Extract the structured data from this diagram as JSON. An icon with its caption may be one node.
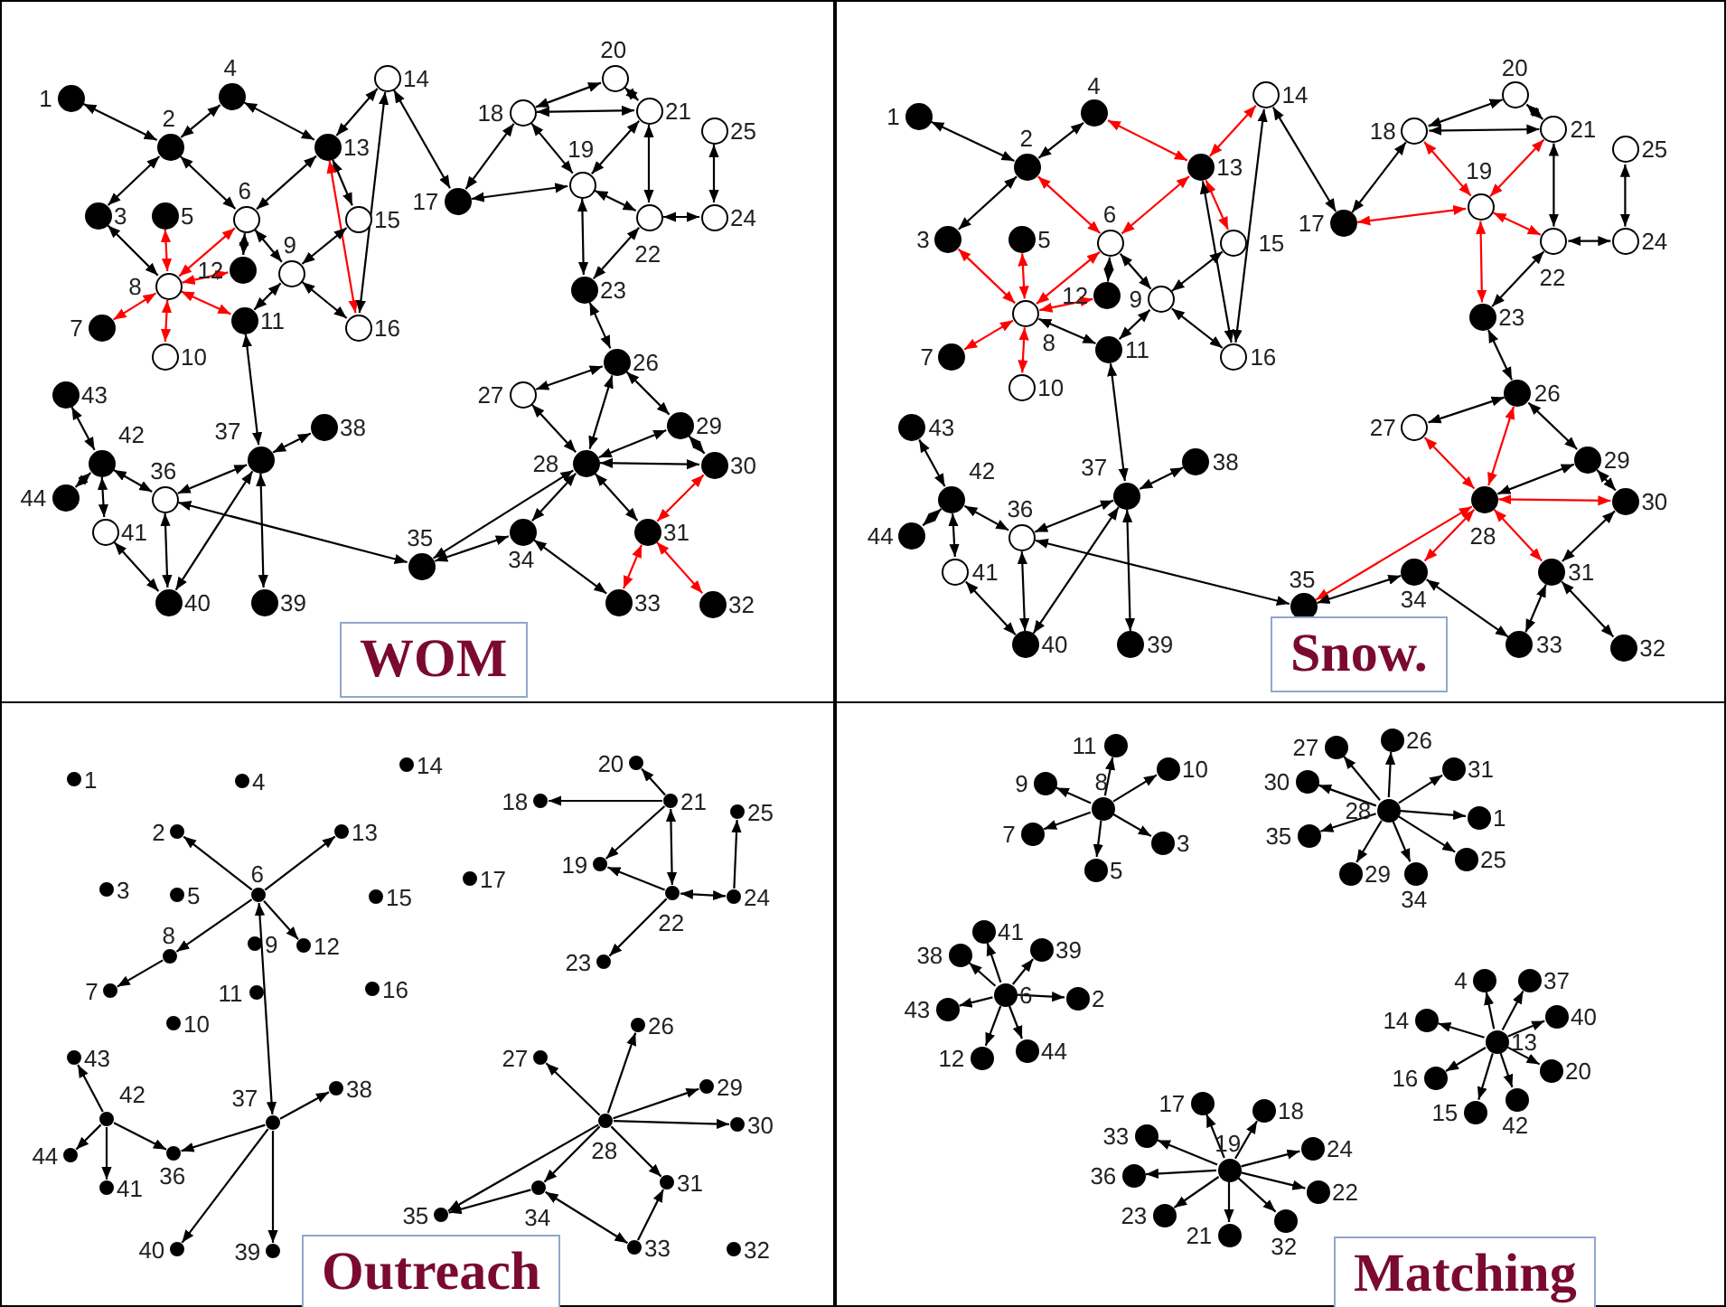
{
  "diagram": {
    "nodes": [
      {
        "text": [
          "WOM"
        ]
      },
      {
        "text": [],
        "shape": "circle",
        "beside": [
          "1"
        ],
        "in": 0
      },
      {
        "text": [],
        "shape": "circle",
        "beside": [
          "2"
        ],
        "in": 0
      },
      {
        "text": [],
        "shape": "circle",
        "beside": [
          "3"
        ],
        "in": 0
      },
      {
        "text": [],
        "shape": "circle",
        "beside": [
          "4"
        ],
        "in": 0
      },
      {
        "text": [],
        "shape": "circle",
        "beside": [
          "5"
        ],
        "in": 0
      },
      {
        "text": [],
        "shape": "circle",
        "beside": [
          "6"
        ],
        "in": 0
      },
      {
        "text": [],
        "shape": "circle",
        "beside": [
          "7"
        ],
        "in": 0
      },
      {
        "text": [],
        "shape": "circle",
        "beside": [
          "8"
        ],
        "in": 0
      },
      {
        "text": [],
        "shape": "circle",
        "beside": [
          "9"
        ],
        "in": 0
      },
      {
        "text": [],
        "shape": "circle",
        "beside": [
          "10"
        ],
        "in": 0
      },
      {
        "text": [],
        "shape": "circle",
        "beside": [
          "11"
        ],
        "in": 0
      },
      {
        "text": [],
        "shape": "circle",
        "beside": [
          "12"
        ],
        "in": 0
      },
      {
        "text": [],
        "shape": "circle",
        "beside": [
          "13"
        ],
        "in": 0
      },
      {
        "text": [],
        "shape": "circle",
        "beside": [
          "14"
        ],
        "in": 0
      },
      {
        "text": [],
        "shape": "circle",
        "beside": [
          "15"
        ],
        "in": 0
      },
      {
        "text": [],
        "shape": "circle",
        "beside": [
          "16"
        ],
        "in": 0
      },
      {
        "text": [],
        "shape": "circle",
        "beside": [
          "17"
        ],
        "in": 0
      },
      {
        "text": [],
        "shape": "circle",
        "beside": [
          "18"
        ],
        "in": 0
      },
      {
        "text": [],
        "shape": "circle",
        "beside": [
          "19"
        ],
        "in": 0
      },
      {
        "text": [],
        "shape": "circle",
        "beside": [
          "20"
        ],
        "in": 0
      },
      {
        "text": [],
        "shape": "circle",
        "beside": [
          "21"
        ],
        "in": 0
      },
      {
        "text": [],
        "shape": "circle",
        "beside": [
          "22"
        ],
        "in": 0
      },
      {
        "text": [],
        "shape": "circle",
        "beside": [
          "23"
        ],
        "in": 0
      },
      {
        "text": [],
        "shape": "circle",
        "beside": [
          "24"
        ],
        "in": 0
      },
      {
        "text": [],
        "shape": "circle",
        "beside": [
          "25"
        ],
        "in": 0
      },
      {
        "text": [],
        "shape": "circle",
        "beside": [
          "26"
        ],
        "in": 0
      },
      {
        "text": [],
        "shape": "circle",
        "beside": [
          "27"
        ],
        "in": 0
      },
      {
        "text": [],
        "shape": "circle",
        "beside": [
          "28"
        ],
        "in": 0
      },
      {
        "text": [],
        "shape": "circle",
        "beside": [
          "29"
        ],
        "in": 0
      },
      {
        "text": [],
        "shape": "circle",
        "beside": [
          "30"
        ],
        "in": 0
      },
      {
        "text": [],
        "shape": "circle",
        "beside": [
          "31"
        ],
        "in": 0
      },
      {
        "text": [],
        "shape": "circle",
        "beside": [
          "32"
        ],
        "in": 0
      },
      {
        "text": [],
        "shape": "circle",
        "beside": [
          "33"
        ],
        "in": 0
      },
      {
        "text": [],
        "shape": "circle",
        "beside": [
          "34"
        ],
        "in": 0
      },
      {
        "text": [],
        "shape": "circle",
        "beside": [
          "35"
        ],
        "in": 0
      },
      {
        "text": [],
        "shape": "circle",
        "beside": [
          "36"
        ],
        "in": 0
      },
      {
        "text": [],
        "shape": "circle",
        "beside": [
          "37"
        ],
        "in": 0
      },
      {
        "text": [],
        "shape": "circle",
        "beside": [
          "38"
        ],
        "in": 0
      },
      {
        "text": [],
        "shape": "circle",
        "beside": [
          "39"
        ],
        "in": 0
      },
      {
        "text": [],
        "shape": "circle",
        "beside": [
          "40"
        ],
        "in": 0
      },
      {
        "text": [],
        "shape": "circle",
        "beside": [
          "41"
        ],
        "in": 0
      },
      {
        "text": [],
        "shape": "circle",
        "beside": [
          "42"
        ],
        "in": 0
      },
      {
        "text": [],
        "shape": "circle",
        "beside": [
          "43"
        ],
        "in": 0
      },
      {
        "text": [],
        "shape": "circle",
        "beside": [
          "44"
        ],
        "in": 0
      },
      {
        "text": [
          "Snow."
        ]
      },
      {
        "text": [],
        "shape": "circle",
        "beside": [
          "1"
        ],
        "in": 45
      },
      {
        "text": [],
        "shape": "circle",
        "beside": [
          "2"
        ],
        "in": 45
      },
      {
        "text": [],
        "shape": "circle",
        "beside": [
          "3"
        ],
        "in": 45
      },
      {
        "text": [],
        "shape": "circle",
        "beside": [
          "4"
        ],
        "in": 45
      },
      {
        "text": [],
        "shape": "circle",
        "beside": [
          "5"
        ],
        "in": 45
      },
      {
        "text": [],
        "shape": "circle",
        "beside": [
          "6"
        ],
        "in": 45
      },
      {
        "text": [],
        "shape": "circle",
        "beside": [
          "7"
        ],
        "in": 45
      },
      {
        "text": [],
        "shape": "circle",
        "beside": [
          "8"
        ],
        "in": 45
      },
      {
        "text": [],
        "shape": "circle",
        "beside": [
          "9"
        ],
        "in": 45
      },
      {
        "text": [],
        "shape": "circle",
        "beside": [
          "10"
        ],
        "in": 45
      },
      {
        "text": [],
        "shape": "circle",
        "beside": [
          "11"
        ],
        "in": 45
      },
      {
        "text": [],
        "shape": "circle",
        "beside": [
          "12"
        ],
        "in": 45
      },
      {
        "text": [],
        "shape": "circle",
        "beside": [
          "13"
        ],
        "in": 45
      },
      {
        "text": [],
        "shape": "circle",
        "beside": [
          "14"
        ],
        "in": 45
      },
      {
        "text": [],
        "shape": "circle",
        "beside": [
          "15"
        ],
        "in": 45
      },
      {
        "text": [],
        "shape": "circle",
        "beside": [
          "16"
        ],
        "in": 45
      },
      {
        "text": [],
        "shape": "circle",
        "beside": [
          "17"
        ],
        "in": 45
      },
      {
        "text": [],
        "shape": "circle",
        "beside": [
          "18"
        ],
        "in": 45
      },
      {
        "text": [],
        "shape": "circle",
        "beside": [
          "19"
        ],
        "in": 45
      },
      {
        "text": [],
        "shape": "circle",
        "beside": [
          "20"
        ],
        "in": 45
      },
      {
        "text": [],
        "shape": "circle",
        "beside": [
          "21"
        ],
        "in": 45
      },
      {
        "text": [],
        "shape": "circle",
        "beside": [
          "22"
        ],
        "in": 45
      },
      {
        "text": [],
        "shape": "circle",
        "beside": [
          "23"
        ],
        "in": 45
      },
      {
        "text": [],
        "shape": "circle",
        "beside": [
          "24"
        ],
        "in": 45
      },
      {
        "text": [],
        "shape": "circle",
        "beside": [
          "25"
        ],
        "in": 45
      },
      {
        "text": [],
        "shape": "circle",
        "beside": [
          "26"
        ],
        "in": 45
      },
      {
        "text": [],
        "shape": "circle",
        "beside": [
          "27"
        ],
        "in": 45
      },
      {
        "text": [],
        "shape": "circle",
        "beside": [
          "28"
        ],
        "in": 45
      },
      {
        "text": [],
        "shape": "circle",
        "beside": [
          "29"
        ],
        "in": 45
      },
      {
        "text": [],
        "shape": "circle",
        "beside": [
          "30"
        ],
        "in": 45
      },
      {
        "text": [],
        "shape": "circle",
        "beside": [
          "31"
        ],
        "in": 45
      },
      {
        "text": [],
        "shape": "circle",
        "beside": [
          "32"
        ],
        "in": 45
      },
      {
        "text": [],
        "shape": "circle",
        "beside": [
          "33"
        ],
        "in": 45
      },
      {
        "text": [],
        "shape": "circle",
        "beside": [
          "34"
        ],
        "in": 45
      },
      {
        "text": [],
        "shape": "circle",
        "beside": [
          "35"
        ],
        "in": 45
      },
      {
        "text": [],
        "shape": "circle",
        "beside": [
          "36"
        ],
        "in": 45
      },
      {
        "text": [],
        "shape": "circle",
        "beside": [
          "37"
        ],
        "in": 45
      },
      {
        "text": [],
        "shape": "circle",
        "beside": [
          "38"
        ],
        "in": 45
      },
      {
        "text": [],
        "shape": "circle",
        "beside": [
          "39"
        ],
        "in": 45
      },
      {
        "text": [],
        "shape": "circle",
        "beside": [
          "40"
        ],
        "in": 45
      },
      {
        "text": [],
        "shape": "circle",
        "beside": [
          "41"
        ],
        "in": 45
      },
      {
        "text": [],
        "shape": "circle",
        "beside": [
          "42"
        ],
        "in": 45
      },
      {
        "text": [],
        "shape": "circle",
        "beside": [
          "43"
        ],
        "in": 45
      },
      {
        "text": [],
        "shape": "circle",
        "beside": [
          "44"
        ],
        "in": 45
      },
      {
        "text": [
          "Outreach"
        ]
      },
      {
        "text": [],
        "shape": "circle",
        "beside": [
          "1"
        ],
        "in": 90
      },
      {
        "text": [],
        "shape": "circle",
        "beside": [
          "2"
        ],
        "in": 90
      },
      {
        "text": [],
        "shape": "circle",
        "beside": [
          "3"
        ],
        "in": 90
      },
      {
        "text": [],
        "shape": "circle",
        "beside": [
          "4"
        ],
        "in": 90
      },
      {
        "text": [],
        "shape": "circle",
        "beside": [
          "5"
        ],
        "in": 90
      },
      {
        "text": [],
        "shape": "circle",
        "beside": [
          "6"
        ],
        "in": 90
      },
      {
        "text": [],
        "shape": "circle",
        "beside": [
          "7"
        ],
        "in": 90
      },
      {
        "text": [],
        "shape": "circle",
        "beside": [
          "8"
        ],
        "in": 90
      },
      {
        "text": [],
        "shape": "circle",
        "beside": [
          "9"
        ],
        "in": 90
      },
      {
        "text": [],
        "shape": "circle",
        "beside": [
          "10"
        ],
        "in": 90
      },
      {
        "text": [],
        "shape": "circle",
        "beside": [
          "11"
        ],
        "in": 90
      },
      {
        "text": [],
        "shape": "circle",
        "beside": [
          "12"
        ],
        "in": 90
      },
      {
        "text": [],
        "shape": "circle",
        "beside": [
          "13"
        ],
        "in": 90
      },
      {
        "text": [],
        "shape": "circle",
        "beside": [
          "14"
        ],
        "in": 90
      },
      {
        "text": [],
        "shape": "circle",
        "beside": [
          "15"
        ],
        "in": 90
      },
      {
        "text": [],
        "shape": "circle",
        "beside": [
          "16"
        ],
        "in": 90
      },
      {
        "text": [],
        "shape": "circle",
        "beside": [
          "17"
        ],
        "in": 90
      },
      {
        "text": [],
        "shape": "circle",
        "beside": [
          "18"
        ],
        "in": 90
      },
      {
        "text": [],
        "shape": "circle",
        "beside": [
          "19"
        ],
        "in": 90
      },
      {
        "text": [],
        "shape": "circle",
        "beside": [
          "20"
        ],
        "in": 90
      },
      {
        "text": [],
        "shape": "circle",
        "beside": [
          "21"
        ],
        "in": 90
      },
      {
        "text": [],
        "shape": "circle",
        "beside": [
          "22"
        ],
        "in": 90
      },
      {
        "text": [],
        "shape": "circle",
        "beside": [
          "23"
        ],
        "in": 90
      },
      {
        "text": [],
        "shape": "circle",
        "beside": [
          "24"
        ],
        "in": 90
      },
      {
        "text": [],
        "shape": "circle",
        "beside": [
          "25"
        ],
        "in": 90
      },
      {
        "text": [],
        "shape": "circle",
        "beside": [
          "26"
        ],
        "in": 90
      },
      {
        "text": [],
        "shape": "circle",
        "beside": [
          "27"
        ],
        "in": 90
      },
      {
        "text": [],
        "shape": "circle",
        "beside": [
          "28"
        ],
        "in": 90
      },
      {
        "text": [],
        "shape": "circle",
        "beside": [
          "29"
        ],
        "in": 90
      },
      {
        "text": [],
        "shape": "circle",
        "beside": [
          "30"
        ],
        "in": 90
      },
      {
        "text": [],
        "shape": "circle",
        "beside": [
          "31"
        ],
        "in": 90
      },
      {
        "text": [],
        "shape": "circle",
        "beside": [
          "32"
        ],
        "in": 90
      },
      {
        "text": [],
        "shape": "circle",
        "beside": [
          "33"
        ],
        "in": 90
      },
      {
        "text": [],
        "shape": "circle",
        "beside": [
          "34"
        ],
        "in": 90
      },
      {
        "text": [],
        "shape": "circle",
        "beside": [
          "35"
        ],
        "in": 90
      },
      {
        "text": [],
        "shape": "circle",
        "beside": [
          "36"
        ],
        "in": 90
      },
      {
        "text": [],
        "shape": "circle",
        "beside": [
          "37"
        ],
        "in": 90
      },
      {
        "text": [],
        "shape": "circle",
        "beside": [
          "38"
        ],
        "in": 90
      },
      {
        "text": [],
        "shape": "circle",
        "beside": [
          "39"
        ],
        "in": 90
      },
      {
        "text": [],
        "shape": "circle",
        "beside": [
          "40"
        ],
        "in": 90
      },
      {
        "text": [],
        "shape": "circle",
        "beside": [
          "41"
        ],
        "in": 90
      },
      {
        "text": [],
        "shape": "circle",
        "beside": [
          "42"
        ],
        "in": 90
      },
      {
        "text": [],
        "shape": "circle",
        "beside": [
          "43"
        ],
        "in": 90
      },
      {
        "text": [],
        "shape": "circle",
        "beside": [
          "44"
        ],
        "in": 90
      },
      {
        "text": [
          "Matching"
        ]
      },
      {
        "text": [],
        "shape": "circle",
        "beside": [
          "1"
        ],
        "in": 135
      },
      {
        "text": [],
        "shape": "circle",
        "beside": [
          "2"
        ],
        "in": 135
      },
      {
        "text": [],
        "shape": "circle",
        "beside": [
          "3"
        ],
        "in": 135
      },
      {
        "text": [],
        "shape": "circle",
        "beside": [
          "4"
        ],
        "in": 135
      },
      {
        "text": [],
        "shape": "circle",
        "beside": [
          "5"
        ],
        "in": 135
      },
      {
        "text": [],
        "shape": "circle",
        "beside": [
          "6"
        ],
        "in": 135
      },
      {
        "text": [],
        "shape": "circle",
        "beside": [
          "7"
        ],
        "in": 135
      },
      {
        "text": [],
        "shape": "circle",
        "beside": [
          "8"
        ],
        "in": 135
      },
      {
        "text": [],
        "shape": "circle",
        "beside": [
          "9"
        ],
        "in": 135
      },
      {
        "text": [],
        "shape": "circle",
        "beside": [
          "10"
        ],
        "in": 135
      },
      {
        "text": [],
        "shape": "circle",
        "beside": [
          "11"
        ],
        "in": 135
      },
      {
        "text": [],
        "shape": "circle",
        "beside": [
          "12"
        ],
        "in": 135
      },
      {
        "text": [],
        "shape": "circle",
        "beside": [
          "13"
        ],
        "in": 135
      },
      {
        "text": [],
        "shape": "circle",
        "beside": [
          "14"
        ],
        "in": 135
      },
      {
        "text": [],
        "shape": "circle",
        "beside": [
          "15"
        ],
        "in": 135
      },
      {
        "text": [],
        "shape": "circle",
        "beside": [
          "16"
        ],
        "in": 135
      },
      {
        "text": [],
        "shape": "circle",
        "beside": [
          "17"
        ],
        "in": 135
      },
      {
        "text": [],
        "shape": "circle",
        "beside": [
          "18"
        ],
        "in": 135
      },
      {
        "text": [],
        "shape": "circle",
        "beside": [
          "19"
        ],
        "in": 135
      },
      {
        "text": [],
        "shape": "circle",
        "beside": [
          "20"
        ],
        "in": 135
      },
      {
        "text": [],
        "shape": "circle",
        "beside": [
          "21"
        ],
        "in": 135
      },
      {
        "text": [],
        "shape": "circle",
        "beside": [
          "22"
        ],
        "in": 135
      },
      {
        "text": [],
        "shape": "circle",
        "beside": [
          "23"
        ],
        "in": 135
      },
      {
        "text": [],
        "shape": "circle",
        "beside": [
          "24"
        ],
        "in": 135
      },
      {
        "text": [],
        "shape": "circle",
        "beside": [
          "25"
        ],
        "in": 135
      },
      {
        "text": [],
        "shape": "circle",
        "beside": [
          "26"
        ],
        "in": 135
      },
      {
        "text": [],
        "shape": "circle",
        "beside": [
          "27"
        ],
        "in": 135
      },
      {
        "text": [],
        "shape": "circle",
        "beside": [
          "28"
        ],
        "in": 135
      },
      {
        "text": [],
        "shape": "circle",
        "beside": [
          "29"
        ],
        "in": 135
      },
      {
        "text": [],
        "shape": "circle",
        "beside": [
          "30"
        ],
        "in": 135
      },
      {
        "text": [],
        "shape": "circle",
        "beside": [
          "31"
        ],
        "in": 135
      },
      {
        "text": [],
        "shape": "circle",
        "beside": [
          "32"
        ],
        "in": 135
      },
      {
        "text": [],
        "shape": "circle",
        "beside": [
          "33"
        ],
        "in": 135
      },
      {
        "text": [],
        "shape": "circle",
        "beside": [
          "34"
        ],
        "in": 135
      },
      {
        "text": [],
        "shape": "circle",
        "beside": [
          "35"
        ],
        "in": 135
      },
      {
        "text": [],
        "shape": "circle",
        "beside": [
          "36"
        ],
        "in": 135
      },
      {
        "text": [],
        "shape": "circle",
        "beside": [
          "37"
        ],
        "in": 135
      },
      {
        "text": [],
        "shape": "circle",
        "beside": [
          "38"
        ],
        "in": 135
      },
      {
        "text": [],
        "shape": "circle",
        "beside": [
          "39"
        ],
        "in": 135
      },
      {
        "text": [],
        "shape": "circle",
        "beside": [
          "40"
        ],
        "in": 135
      },
      {
        "text": [],
        "shape": "circle",
        "beside": [
          "41"
        ],
        "in": 135
      },
      {
        "text": [],
        "shape": "circle",
        "beside": [
          "42"
        ],
        "in": 135
      },
      {
        "text": [],
        "shape": "circle",
        "beside": [
          "43"
        ],
        "in": 135
      },
      {
        "text": [],
        "shape": "circle",
        "beside": [
          "44"
        ],
        "in": 135
      }
    ],
    "edges": [
      {
        "from": 1,
        "to": 2,
        "arrow": "both"
      },
      {
        "from": 2,
        "to": 4,
        "arrow": "both"
      },
      {
        "from": 2,
        "to": 3,
        "arrow": "both"
      },
      {
        "from": 2,
        "to": 6,
        "arrow": "both"
      },
      {
        "from": 4,
        "to": 13,
        "arrow": "both"
      },
      {
        "from": 6,
        "to": 13,
        "arrow": "both"
      },
      {
        "from": 13,
        "to": 14,
        "arrow": "both"
      },
      {
        "from": 13,
        "to": 15,
        "arrow": "both"
      },
      {
        "from": 13,
        "to": 16,
        "arrow": "both",
        "color": "#ff0000"
      },
      {
        "from": 14,
        "to": 16,
        "arrow": "both"
      },
      {
        "from": 14,
        "to": 17,
        "arrow": "both"
      },
      {
        "from": 9,
        "to": 15,
        "arrow": "both"
      },
      {
        "from": 9,
        "to": 16,
        "arrow": "both"
      },
      {
        "from": 6,
        "to": 9,
        "arrow": "both"
      },
      {
        "from": 9,
        "to": 11,
        "arrow": "both"
      },
      {
        "from": 6,
        "to": 12,
        "arrow": "both"
      },
      {
        "from": 3,
        "to": 8,
        "arrow": "both"
      },
      {
        "from": 5,
        "to": 8,
        "arrow": "both",
        "color": "#ff0000"
      },
      {
        "from": 6,
        "to": 8,
        "arrow": "both",
        "color": "#ff0000"
      },
      {
        "from": 8,
        "to": 12,
        "arrow": "both",
        "color": "#ff0000"
      },
      {
        "from": 8,
        "to": 11,
        "arrow": "both",
        "color": "#ff0000"
      },
      {
        "from": 7,
        "to": 8,
        "arrow": "both",
        "color": "#ff0000"
      },
      {
        "from": 8,
        "to": 10,
        "arrow": "both",
        "color": "#ff0000"
      },
      {
        "from": 11,
        "to": 37,
        "arrow": "both"
      },
      {
        "from": 37,
        "to": 38,
        "arrow": "both"
      },
      {
        "from": 37,
        "to": 39,
        "arrow": "both"
      },
      {
        "from": 36,
        "to": 37,
        "arrow": "both"
      },
      {
        "from": 37,
        "to": 40,
        "arrow": "both"
      },
      {
        "from": 35,
        "to": 36,
        "arrow": "both"
      },
      {
        "from": 36,
        "to": 40,
        "arrow": "both"
      },
      {
        "from": 36,
        "to": 42,
        "arrow": "both"
      },
      {
        "from": 42,
        "to": 43,
        "arrow": "both"
      },
      {
        "from": 42,
        "to": 44,
        "arrow": "both"
      },
      {
        "from": 41,
        "to": 42,
        "arrow": "both"
      },
      {
        "from": 40,
        "to": 41,
        "arrow": "both"
      },
      {
        "from": 17,
        "to": 18,
        "arrow": "both"
      },
      {
        "from": 17,
        "to": 19,
        "arrow": "both"
      },
      {
        "from": 18,
        "to": 20,
        "arrow": "both"
      },
      {
        "from": 18,
        "to": 21,
        "arrow": "both"
      },
      {
        "from": 20,
        "to": 21,
        "arrow": "both"
      },
      {
        "from": 18,
        "to": 19,
        "arrow": "both"
      },
      {
        "from": 19,
        "to": 21,
        "arrow": "both"
      },
      {
        "from": 19,
        "to": 22,
        "arrow": "both"
      },
      {
        "from": 21,
        "to": 22,
        "arrow": "both"
      },
      {
        "from": 22,
        "to": 24,
        "arrow": "both"
      },
      {
        "from": 24,
        "to": 25,
        "arrow": "both"
      },
      {
        "from": 19,
        "to": 23,
        "arrow": "both"
      },
      {
        "from": 22,
        "to": 23,
        "arrow": "both"
      },
      {
        "from": 23,
        "to": 26,
        "arrow": "both"
      },
      {
        "from": 26,
        "to": 27,
        "arrow": "both"
      },
      {
        "from": 26,
        "to": 29,
        "arrow": "both"
      },
      {
        "from": 26,
        "to": 28,
        "arrow": "both"
      },
      {
        "from": 27,
        "to": 28,
        "arrow": "both"
      },
      {
        "from": 28,
        "to": 29,
        "arrow": "both"
      },
      {
        "from": 28,
        "to": 30,
        "arrow": "both"
      },
      {
        "from": 29,
        "to": 30,
        "arrow": "both"
      },
      {
        "from": 28,
        "to": 31,
        "arrow": "both"
      },
      {
        "from": 30,
        "to": 31,
        "arrow": "both",
        "color": "#ff0000"
      },
      {
        "from": 31,
        "to": 33,
        "arrow": "both",
        "color": "#ff0000"
      },
      {
        "from": 31,
        "to": 32,
        "arrow": "both",
        "color": "#ff0000"
      },
      {
        "from": 28,
        "to": 34,
        "arrow": "both"
      },
      {
        "from": 28,
        "to": 35,
        "arrow": "both"
      },
      {
        "from": 34,
        "to": 35,
        "arrow": "both"
      },
      {
        "from": 33,
        "to": 34,
        "arrow": "both"
      },
      {
        "from": 46,
        "to": 47,
        "arrow": "both"
      },
      {
        "from": 47,
        "to": 49,
        "arrow": "both"
      },
      {
        "from": 47,
        "to": 48,
        "arrow": "both"
      },
      {
        "from": 47,
        "to": 51,
        "arrow": "both",
        "color": "#ff0000"
      },
      {
        "from": 49,
        "to": 58,
        "arrow": "both",
        "color": "#ff0000"
      },
      {
        "from": 51,
        "to": 58,
        "arrow": "both",
        "color": "#ff0000"
      },
      {
        "from": 58,
        "to": 59,
        "arrow": "both",
        "color": "#ff0000"
      },
      {
        "from": 58,
        "to": 60,
        "arrow": "both",
        "color": "#ff0000"
      },
      {
        "from": 58,
        "to": 61,
        "arrow": "both"
      },
      {
        "from": 59,
        "to": 61,
        "arrow": "both"
      },
      {
        "from": 59,
        "to": 62,
        "arrow": "both"
      },
      {
        "from": 54,
        "to": 60,
        "arrow": "both"
      },
      {
        "from": 54,
        "to": 61,
        "arrow": "both"
      },
      {
        "from": 51,
        "to": 54,
        "arrow": "both"
      },
      {
        "from": 54,
        "to": 56,
        "arrow": "both"
      },
      {
        "from": 51,
        "to": 57,
        "arrow": "both"
      },
      {
        "from": 48,
        "to": 53,
        "arrow": "both",
        "color": "#ff0000"
      },
      {
        "from": 50,
        "to": 53,
        "arrow": "both",
        "color": "#ff0000"
      },
      {
        "from": 51,
        "to": 53,
        "arrow": "both",
        "color": "#ff0000"
      },
      {
        "from": 53,
        "to": 57,
        "arrow": "both",
        "color": "#ff0000"
      },
      {
        "from": 53,
        "to": 56,
        "arrow": "both"
      },
      {
        "from": 52,
        "to": 53,
        "arrow": "both",
        "color": "#ff0000"
      },
      {
        "from": 53,
        "to": 55,
        "arrow": "both",
        "color": "#ff0000"
      },
      {
        "from": 56,
        "to": 82,
        "arrow": "both"
      },
      {
        "from": 82,
        "to": 83,
        "arrow": "both"
      },
      {
        "from": 82,
        "to": 84,
        "arrow": "both"
      },
      {
        "from": 81,
        "to": 82,
        "arrow": "both"
      },
      {
        "from": 82,
        "to": 85,
        "arrow": "both"
      },
      {
        "from": 80,
        "to": 81,
        "arrow": "both"
      },
      {
        "from": 81,
        "to": 85,
        "arrow": "both"
      },
      {
        "from": 81,
        "to": 87,
        "arrow": "both"
      },
      {
        "from": 87,
        "to": 88,
        "arrow": "both"
      },
      {
        "from": 87,
        "to": 89,
        "arrow": "both"
      },
      {
        "from": 86,
        "to": 87,
        "arrow": "both"
      },
      {
        "from": 85,
        "to": 86,
        "arrow": "both"
      },
      {
        "from": 62,
        "to": 63,
        "arrow": "both"
      },
      {
        "from": 62,
        "to": 64,
        "arrow": "both",
        "color": "#ff0000"
      },
      {
        "from": 63,
        "to": 65,
        "arrow": "both"
      },
      {
        "from": 63,
        "to": 66,
        "arrow": "both"
      },
      {
        "from": 65,
        "to": 66,
        "arrow": "both"
      },
      {
        "from": 63,
        "to": 64,
        "arrow": "both",
        "color": "#ff0000"
      },
      {
        "from": 64,
        "to": 66,
        "arrow": "both",
        "color": "#ff0000"
      },
      {
        "from": 64,
        "to": 67,
        "arrow": "both",
        "color": "#ff0000"
      },
      {
        "from": 66,
        "to": 67,
        "arrow": "both"
      },
      {
        "from": 67,
        "to": 69,
        "arrow": "both"
      },
      {
        "from": 69,
        "to": 70,
        "arrow": "both"
      },
      {
        "from": 64,
        "to": 68,
        "arrow": "both",
        "color": "#ff0000"
      },
      {
        "from": 67,
        "to": 68,
        "arrow": "both"
      },
      {
        "from": 68,
        "to": 71,
        "arrow": "both"
      },
      {
        "from": 71,
        "to": 72,
        "arrow": "both"
      },
      {
        "from": 71,
        "to": 74,
        "arrow": "both"
      },
      {
        "from": 71,
        "to": 73,
        "arrow": "both",
        "color": "#ff0000"
      },
      {
        "from": 72,
        "to": 73,
        "arrow": "both",
        "color": "#ff0000"
      },
      {
        "from": 73,
        "to": 74,
        "arrow": "both"
      },
      {
        "from": 73,
        "to": 75,
        "arrow": "both",
        "color": "#ff0000"
      },
      {
        "from": 74,
        "to": 75,
        "arrow": "both"
      },
      {
        "from": 73,
        "to": 76,
        "arrow": "both",
        "color": "#ff0000"
      },
      {
        "from": 75,
        "to": 76,
        "arrow": "both"
      },
      {
        "from": 76,
        "to": 78,
        "arrow": "both"
      },
      {
        "from": 76,
        "to": 77,
        "arrow": "both"
      },
      {
        "from": 73,
        "to": 79,
        "arrow": "both",
        "color": "#ff0000"
      },
      {
        "from": 73,
        "to": 80,
        "arrow": "both",
        "color": "#ff0000"
      },
      {
        "from": 79,
        "to": 80,
        "arrow": "both"
      },
      {
        "from": 78,
        "to": 79,
        "arrow": "both"
      },
      {
        "from": 96,
        "to": 92,
        "arrow": "to"
      },
      {
        "from": 96,
        "to": 103,
        "arrow": "to"
      },
      {
        "from": 96,
        "to": 102,
        "arrow": "to"
      },
      {
        "from": 96,
        "to": 98,
        "arrow": "to"
      },
      {
        "from": 98,
        "to": 97,
        "arrow": "to"
      },
      {
        "from": 96,
        "to": 127,
        "arrow": "both"
      },
      {
        "from": 127,
        "to": 128,
        "arrow": "to"
      },
      {
        "from": 127,
        "to": 129,
        "arrow": "to"
      },
      {
        "from": 127,
        "to": 130,
        "arrow": "to"
      },
      {
        "from": 127,
        "to": 126,
        "arrow": "to"
      },
      {
        "from": 132,
        "to": 126,
        "arrow": "to"
      },
      {
        "from": 132,
        "to": 133,
        "arrow": "to"
      },
      {
        "from": 132,
        "to": 134,
        "arrow": "to"
      },
      {
        "from": 132,
        "to": 131,
        "arrow": "to"
      },
      {
        "from": 111,
        "to": 110,
        "arrow": "to"
      },
      {
        "from": 111,
        "to": 108,
        "arrow": "to"
      },
      {
        "from": 111,
        "to": 109,
        "arrow": "to"
      },
      {
        "from": 111,
        "to": 112,
        "arrow": "both"
      },
      {
        "from": 112,
        "to": 109,
        "arrow": "to"
      },
      {
        "from": 112,
        "to": 113,
        "arrow": "to"
      },
      {
        "from": 112,
        "to": 114,
        "arrow": "both"
      },
      {
        "from": 114,
        "to": 115,
        "arrow": "to"
      },
      {
        "from": 118,
        "to": 116,
        "arrow": "to"
      },
      {
        "from": 118,
        "to": 117,
        "arrow": "to"
      },
      {
        "from": 118,
        "to": 119,
        "arrow": "to"
      },
      {
        "from": 118,
        "to": 120,
        "arrow": "to"
      },
      {
        "from": 118,
        "to": 121,
        "arrow": "to"
      },
      {
        "from": 118,
        "to": 124,
        "arrow": "to"
      },
      {
        "from": 118,
        "to": 125,
        "arrow": "to"
      },
      {
        "from": 124,
        "to": 125,
        "arrow": "to"
      },
      {
        "from": 124,
        "to": 123,
        "arrow": "both"
      },
      {
        "from": 123,
        "to": 121,
        "arrow": "to"
      },
      {
        "from": 143,
        "to": 146,
        "arrow": "to"
      },
      {
        "from": 143,
        "to": 145,
        "arrow": "to"
      },
      {
        "from": 143,
        "to": 144,
        "arrow": "to"
      },
      {
        "from": 143,
        "to": 142,
        "arrow": "to"
      },
      {
        "from": 143,
        "to": 140,
        "arrow": "to"
      },
      {
        "from": 143,
        "to": 138,
        "arrow": "to"
      },
      {
        "from": 163,
        "to": 162,
        "arrow": "to"
      },
      {
        "from": 163,
        "to": 161,
        "arrow": "to"
      },
      {
        "from": 163,
        "to": 166,
        "arrow": "to"
      },
      {
        "from": 163,
        "to": 165,
        "arrow": "to"
      },
      {
        "from": 163,
        "to": 136,
        "arrow": "to"
      },
      {
        "from": 163,
        "to": 170,
        "arrow": "to"
      },
      {
        "from": 163,
        "to": 160,
        "arrow": "to"
      },
      {
        "from": 163,
        "to": 164,
        "arrow": "to"
      },
      {
        "from": 163,
        "to": 169,
        "arrow": "to"
      },
      {
        "from": 141,
        "to": 176,
        "arrow": "to"
      },
      {
        "from": 141,
        "to": 173,
        "arrow": "to"
      },
      {
        "from": 141,
        "to": 174,
        "arrow": "to"
      },
      {
        "from": 141,
        "to": 137,
        "arrow": "to"
      },
      {
        "from": 141,
        "to": 178,
        "arrow": "to"
      },
      {
        "from": 141,
        "to": 147,
        "arrow": "to"
      },
      {
        "from": 141,
        "to": 179,
        "arrow": "to"
      },
      {
        "from": 148,
        "to": 139,
        "arrow": "to"
      },
      {
        "from": 148,
        "to": 172,
        "arrow": "to"
      },
      {
        "from": 148,
        "to": 175,
        "arrow": "to"
      },
      {
        "from": 148,
        "to": 149,
        "arrow": "to"
      },
      {
        "from": 148,
        "to": 155,
        "arrow": "to"
      },
      {
        "from": 148,
        "to": 151,
        "arrow": "to"
      },
      {
        "from": 148,
        "to": 177,
        "arrow": "to"
      },
      {
        "from": 148,
        "to": 150,
        "arrow": "to"
      },
      {
        "from": 154,
        "to": 152,
        "arrow": "to"
      },
      {
        "from": 154,
        "to": 153,
        "arrow": "to"
      },
      {
        "from": 154,
        "to": 168,
        "arrow": "to"
      },
      {
        "from": 154,
        "to": 159,
        "arrow": "to"
      },
      {
        "from": 154,
        "to": 171,
        "arrow": "to"
      },
      {
        "from": 154,
        "to": 157,
        "arrow": "to"
      },
      {
        "from": 154,
        "to": 158,
        "arrow": "to"
      },
      {
        "from": 154,
        "to": 167,
        "arrow": "to"
      },
      {
        "from": 154,
        "to": 156,
        "arrow": "to"
      }
    ]
  }
}
